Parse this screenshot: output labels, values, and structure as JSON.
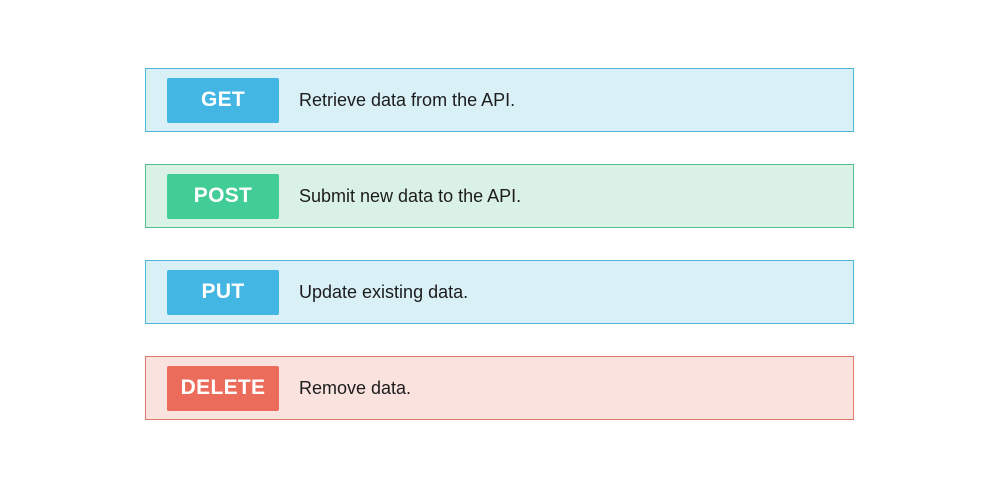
{
  "methods": [
    {
      "name": "GET",
      "description": "Retrieve data from the API.",
      "badge_color": "#43b6e3",
      "row_background": "#d9f0f7",
      "row_border": "#4ab7d9"
    },
    {
      "name": "POST",
      "description": "Submit new data to the API.",
      "badge_color": "#42cc96",
      "row_background": "#daf1e6",
      "row_border": "#52be8c"
    },
    {
      "name": "PUT",
      "description": "Update existing data.",
      "badge_color": "#43b6e3",
      "row_background": "#d9f0f7",
      "row_border": "#4ab7d9"
    },
    {
      "name": "DELETE",
      "description": "Remove data.",
      "badge_color": "#ec6c5c",
      "row_background": "#fae2df",
      "row_border": "#dd7a6c"
    }
  ]
}
